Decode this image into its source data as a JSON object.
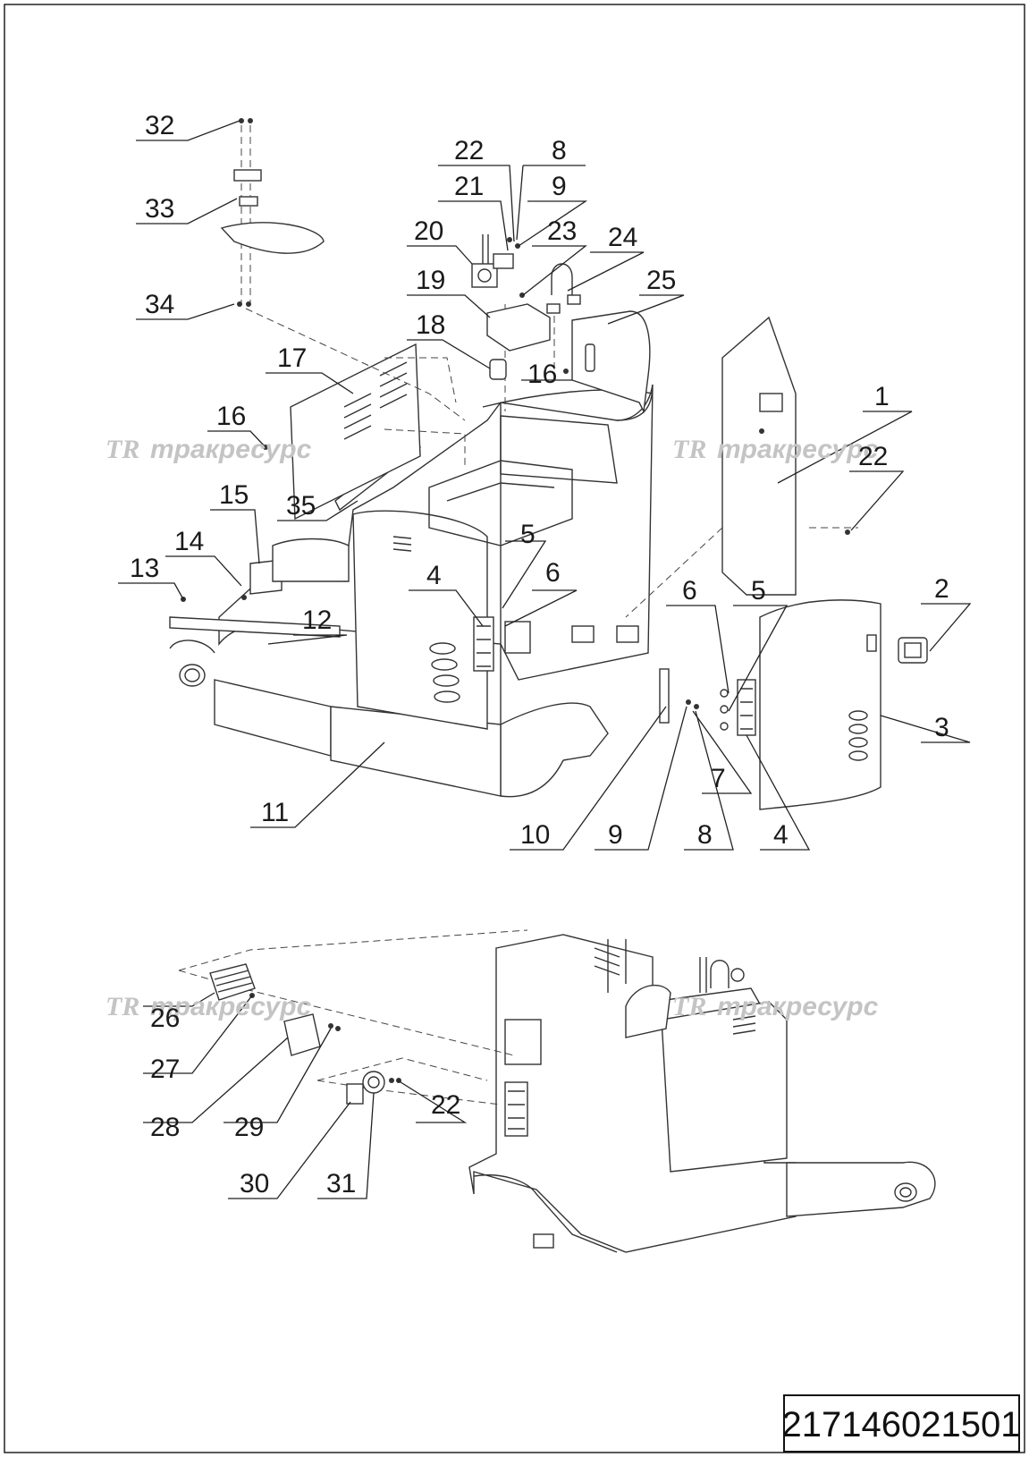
{
  "watermark": {
    "logo": "TR",
    "text": "тракресурс"
  },
  "document_code": "217146021501",
  "callouts": {
    "c1": "1",
    "c2": "2",
    "c3": "3",
    "c4a": "4",
    "c4b": "4",
    "c5a": "5",
    "c5b": "5",
    "c6a": "6",
    "c6b": "6",
    "c7": "7",
    "c8a": "8",
    "c8b": "8",
    "c9a": "9",
    "c9b": "9",
    "c10": "10",
    "c11": "11",
    "c12": "12",
    "c13": "13",
    "c14": "14",
    "c15": "15",
    "c16a": "16",
    "c16b": "16",
    "c17": "17",
    "c18": "18",
    "c19": "19",
    "c20": "20",
    "c21": "21",
    "c22a": "22",
    "c22b": "22",
    "c22c": "22",
    "c23": "23",
    "c24": "24",
    "c25": "25",
    "c26": "26",
    "c27": "27",
    "c28": "28",
    "c29": "29",
    "c30": "30",
    "c31": "31",
    "c32": "32",
    "c33": "33",
    "c34": "34",
    "c35": "35"
  }
}
